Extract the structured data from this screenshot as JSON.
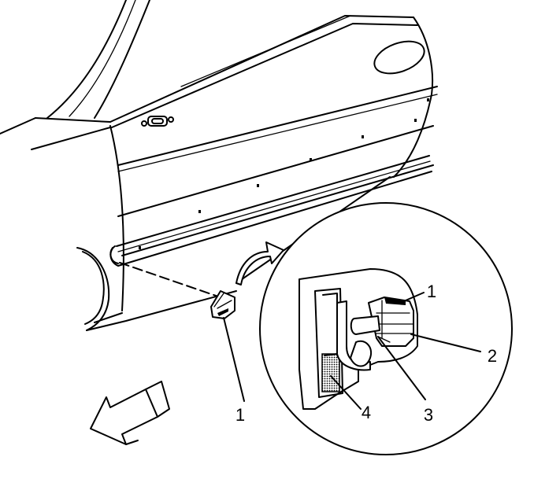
{
  "callouts": {
    "clip_main": "1",
    "detail_clip": "1",
    "detail_2": "2",
    "detail_3": "3",
    "detail_4": "4"
  },
  "colors": {
    "line": "#000000",
    "background": "#ffffff",
    "halftone": "#7a7a7a"
  },
  "icons": [
    "direction-arrow-icon",
    "curved-arrow-icon"
  ]
}
